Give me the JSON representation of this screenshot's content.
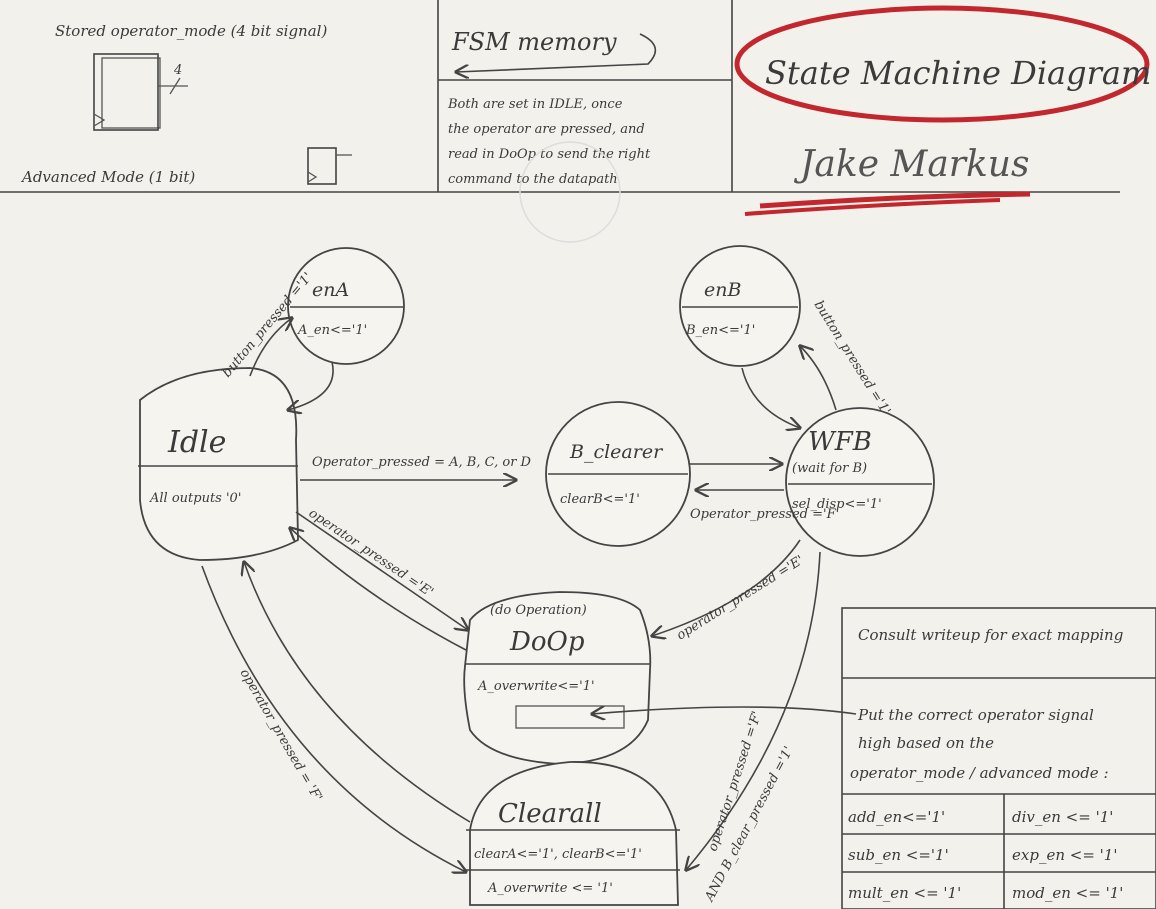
{
  "header": {
    "stored_mode_label": "Stored operator_mode (4 bit signal)",
    "bus_width": "4",
    "advanced_mode_label": "Advanced Mode (1 bit)",
    "fsm_memory_title": "FSM memory",
    "fsm_memory_note": [
      "Both are set in IDLE, once",
      "the operator are pressed, and",
      "read in DoOp to send the right",
      "command to the datapath"
    ],
    "title": "State Machine Diagram",
    "author": "Jake Markus"
  },
  "states": {
    "idle": {
      "name": "Idle",
      "output": "All outputs '0'"
    },
    "enA": {
      "name": "enA",
      "output": "A_en<='1'"
    },
    "enB": {
      "name": "enB",
      "output": "B_en<='1'"
    },
    "b_clearer": {
      "name": "B_clearer",
      "output": "clearB<='1'"
    },
    "wfb": {
      "name": "WFB",
      "subtitle": "(wait for B)",
      "output": "sel_disp<='1'"
    },
    "doop": {
      "name": "DoOp",
      "subtitle": "(do Operation)",
      "output": "A_overwrite<='1'"
    },
    "clearall": {
      "name": "Clearall",
      "output": "clearA<='1', clearB<='1'",
      "output2": "A_overwrite <= '1'"
    }
  },
  "transitions": {
    "idle_to_ena": "button_pressed ='1'",
    "idle_to_bclearer": "Operator_pressed = A, B, C, or D",
    "wfb_to_bclearer": "Operator_pressed ='F'",
    "wfb_to_enb": "button_pressed ='1'",
    "idle_to_doop": "operator_pressed ='E'",
    "wfb_to_doop": "operator_pressed ='E'",
    "idle_to_clearall": "operator_pressed = 'F'",
    "wfb_to_clearall_1": "operator_pressed ='F'",
    "wfb_to_clearall_2": "AND B_clear_pressed ='1'"
  },
  "mapping": {
    "title": "Consult writeup for exact mapping",
    "note": [
      "Put the correct operator signal",
      "high based on the",
      "operator_mode / advanced mode :"
    ],
    "rows": [
      [
        "add_en<='1'",
        "div_en <= '1'"
      ],
      [
        "sub_en <='1'",
        "exp_en <= '1'"
      ],
      [
        "mult_en <= '1'",
        "mod_en <= '1'"
      ]
    ]
  }
}
